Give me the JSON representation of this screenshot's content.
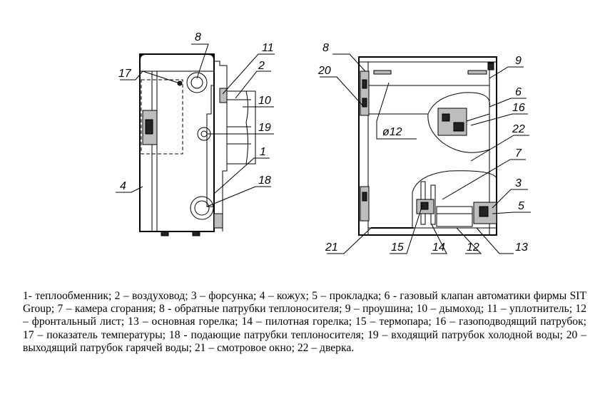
{
  "callouts": {
    "left": [
      "8",
      "17",
      "11",
      "2",
      "10",
      "19",
      "1",
      "4",
      "18"
    ],
    "right": [
      "8",
      "20",
      "9",
      "6",
      "16",
      "22",
      "7",
      "3",
      "5",
      "21",
      "15",
      "14",
      "12",
      "13"
    ],
    "diameter": "ø12"
  },
  "legend": "1- теплообменник; 2 – воздуховод; 3 – форсунка; 4 – кожух; 5 – прокладка; 6 - газовый клапан автоматики фирмы SIT Group; 7 – камера сгорания; 8 - обратные патрубки теплоносителя; 9 – проушина; 10 – дымоход; 11 – уплотнитель; 12 – фронтальный лист; 13 – основная горелка; 14 – пилотная горелка; 15 – термопара; 16 – газоподводящий патрубок; 17 – показатель температуры; 18 - подающие патрубки теплоносителя; 19 – входящий патрубок холодной воды; 20 – выходящий патрубок гарячей воды; 21 – смотровое окно; 22 – дверка."
}
